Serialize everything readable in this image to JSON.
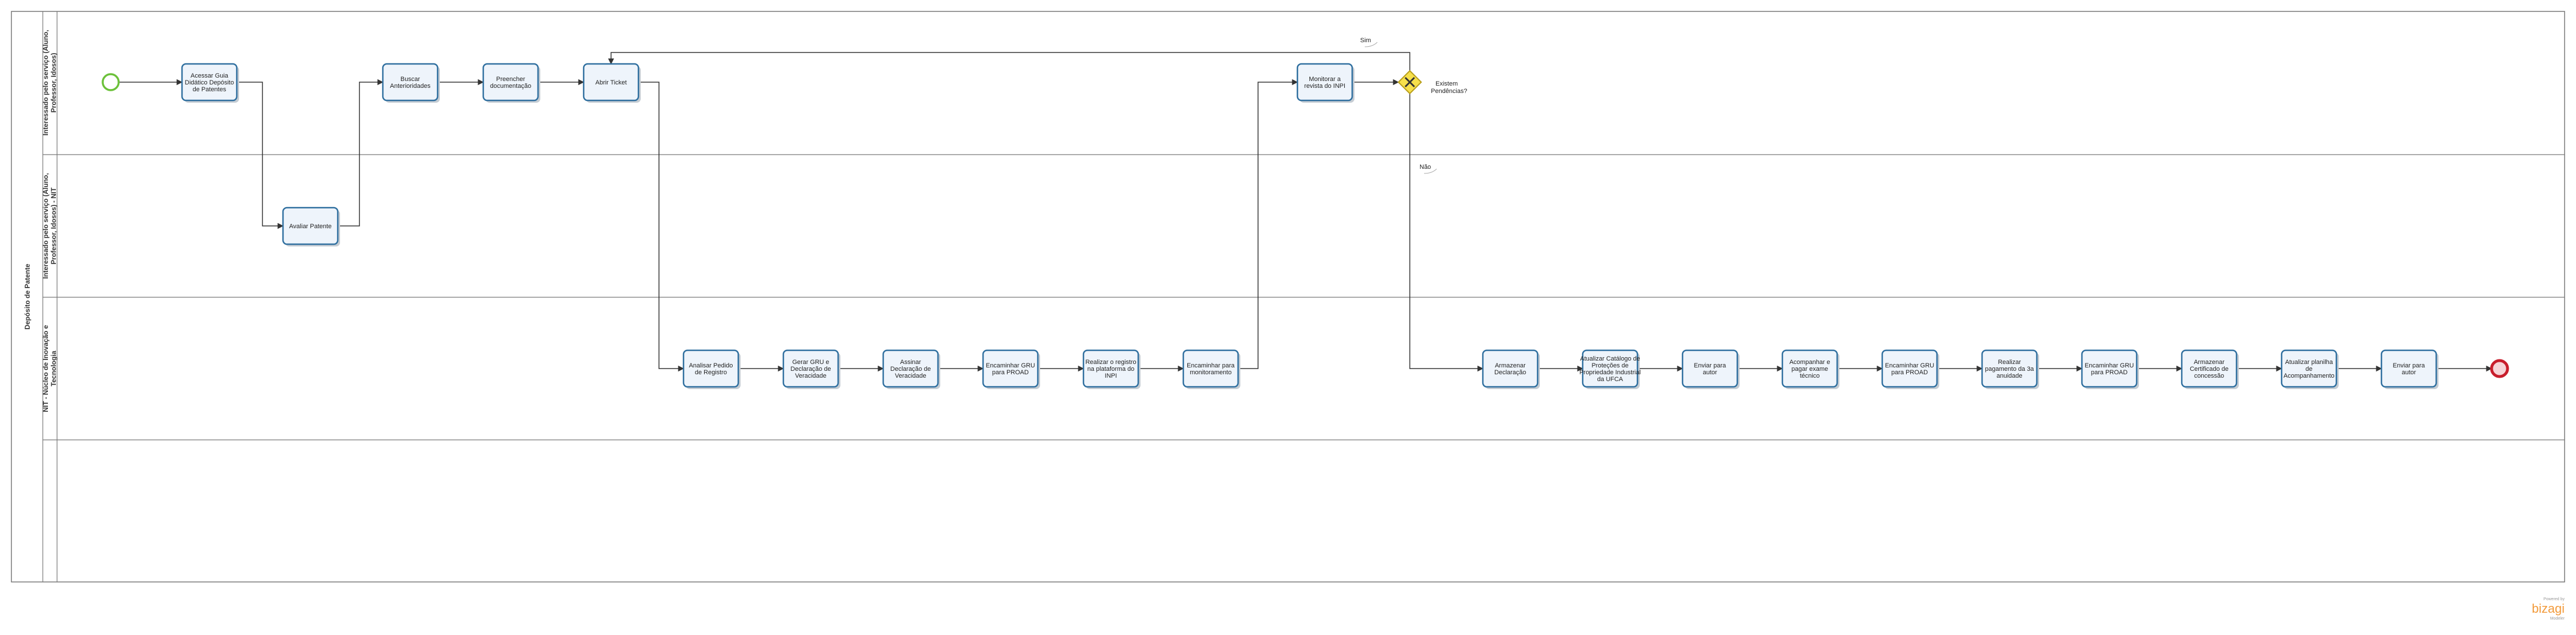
{
  "pool": {
    "label": "Depósito de Patente"
  },
  "lanes": [
    {
      "id": "lane-1",
      "label_lines": [
        "Interessado pelo serviço (Aluno,",
        "Professor, Idosos)"
      ]
    },
    {
      "id": "lane-2",
      "label_lines": [
        "Interessado pelo serviço (Aluno,",
        "Professor, Idosos) - NIT"
      ]
    },
    {
      "id": "lane-3",
      "label_lines": [
        "NIT - Núcleo de Inovação e",
        "Tecnologia"
      ]
    },
    {
      "id": "lane-4",
      "label_lines": []
    }
  ],
  "tasks": [
    {
      "id": "t1",
      "lines": [
        "Acessar Guia",
        "Didático Depósito",
        "de Patentes"
      ]
    },
    {
      "id": "t2",
      "lines": [
        "Avaliar Patente"
      ]
    },
    {
      "id": "t3",
      "lines": [
        "Buscar",
        "Anterioridades"
      ]
    },
    {
      "id": "t4",
      "lines": [
        "Preencher",
        "documentação"
      ]
    },
    {
      "id": "t5",
      "lines": [
        "Abrir Ticket"
      ]
    },
    {
      "id": "t6",
      "lines": [
        "Analisar Pedido",
        "de Registro"
      ]
    },
    {
      "id": "t7",
      "lines": [
        "Gerar GRU e",
        "Declaração de",
        "Veracidade"
      ]
    },
    {
      "id": "t8",
      "lines": [
        "Assinar",
        "Declaração de",
        "Veracidade"
      ]
    },
    {
      "id": "t9",
      "lines": [
        "Encaminhar GRU",
        "para PROAD"
      ]
    },
    {
      "id": "t10",
      "lines": [
        "Realizar o registro",
        "na plataforma do",
        "INPI"
      ]
    },
    {
      "id": "t11",
      "lines": [
        "Encaminhar para",
        "monitoramento"
      ]
    },
    {
      "id": "t12",
      "lines": [
        "Monitorar a",
        "revista do INPI"
      ]
    },
    {
      "id": "t13",
      "lines": [
        "Armazenar",
        "Declaração"
      ]
    },
    {
      "id": "t14",
      "lines": [
        "Atualizar Catálogo de",
        "Proteções de",
        "Propriedade Industrial",
        "da UFCA"
      ]
    },
    {
      "id": "t15",
      "lines": [
        "Enviar para",
        "autor"
      ]
    },
    {
      "id": "t16",
      "lines": [
        "Acompanhar e",
        "pagar exame",
        "técnico"
      ]
    },
    {
      "id": "t17",
      "lines": [
        "Encaminhar GRU",
        "para PROAD"
      ]
    },
    {
      "id": "t18",
      "lines": [
        "Realizar",
        "pagamento da 3a",
        "anuidade"
      ]
    },
    {
      "id": "t19",
      "lines": [
        "Encaminhar GRU",
        "para PROAD"
      ]
    },
    {
      "id": "t20",
      "lines": [
        "Armazenar",
        "Certificado de",
        "concessão"
      ]
    },
    {
      "id": "t21",
      "lines": [
        "Atualizar planilha",
        "de",
        "Acompanhamento"
      ]
    },
    {
      "id": "t22",
      "lines": [
        "Enviar para",
        "autor"
      ]
    }
  ],
  "gateway": {
    "lines": [
      "Existem",
      "Pendências?"
    ]
  },
  "flow_labels": {
    "yes": "Sim",
    "no": "Não"
  },
  "branding": {
    "powered_by": "Powered by",
    "name": "bizagi",
    "sub": "Modeler"
  },
  "colors": {
    "task_stroke": "#2f6f9f",
    "task_fill": "#eef4fb",
    "start_event": "#6cc13a",
    "end_event": "#c81e2c",
    "gateway_fill": "#f7e04b",
    "gateway_stroke": "#b89e1a",
    "brand": "#f29a3a"
  }
}
